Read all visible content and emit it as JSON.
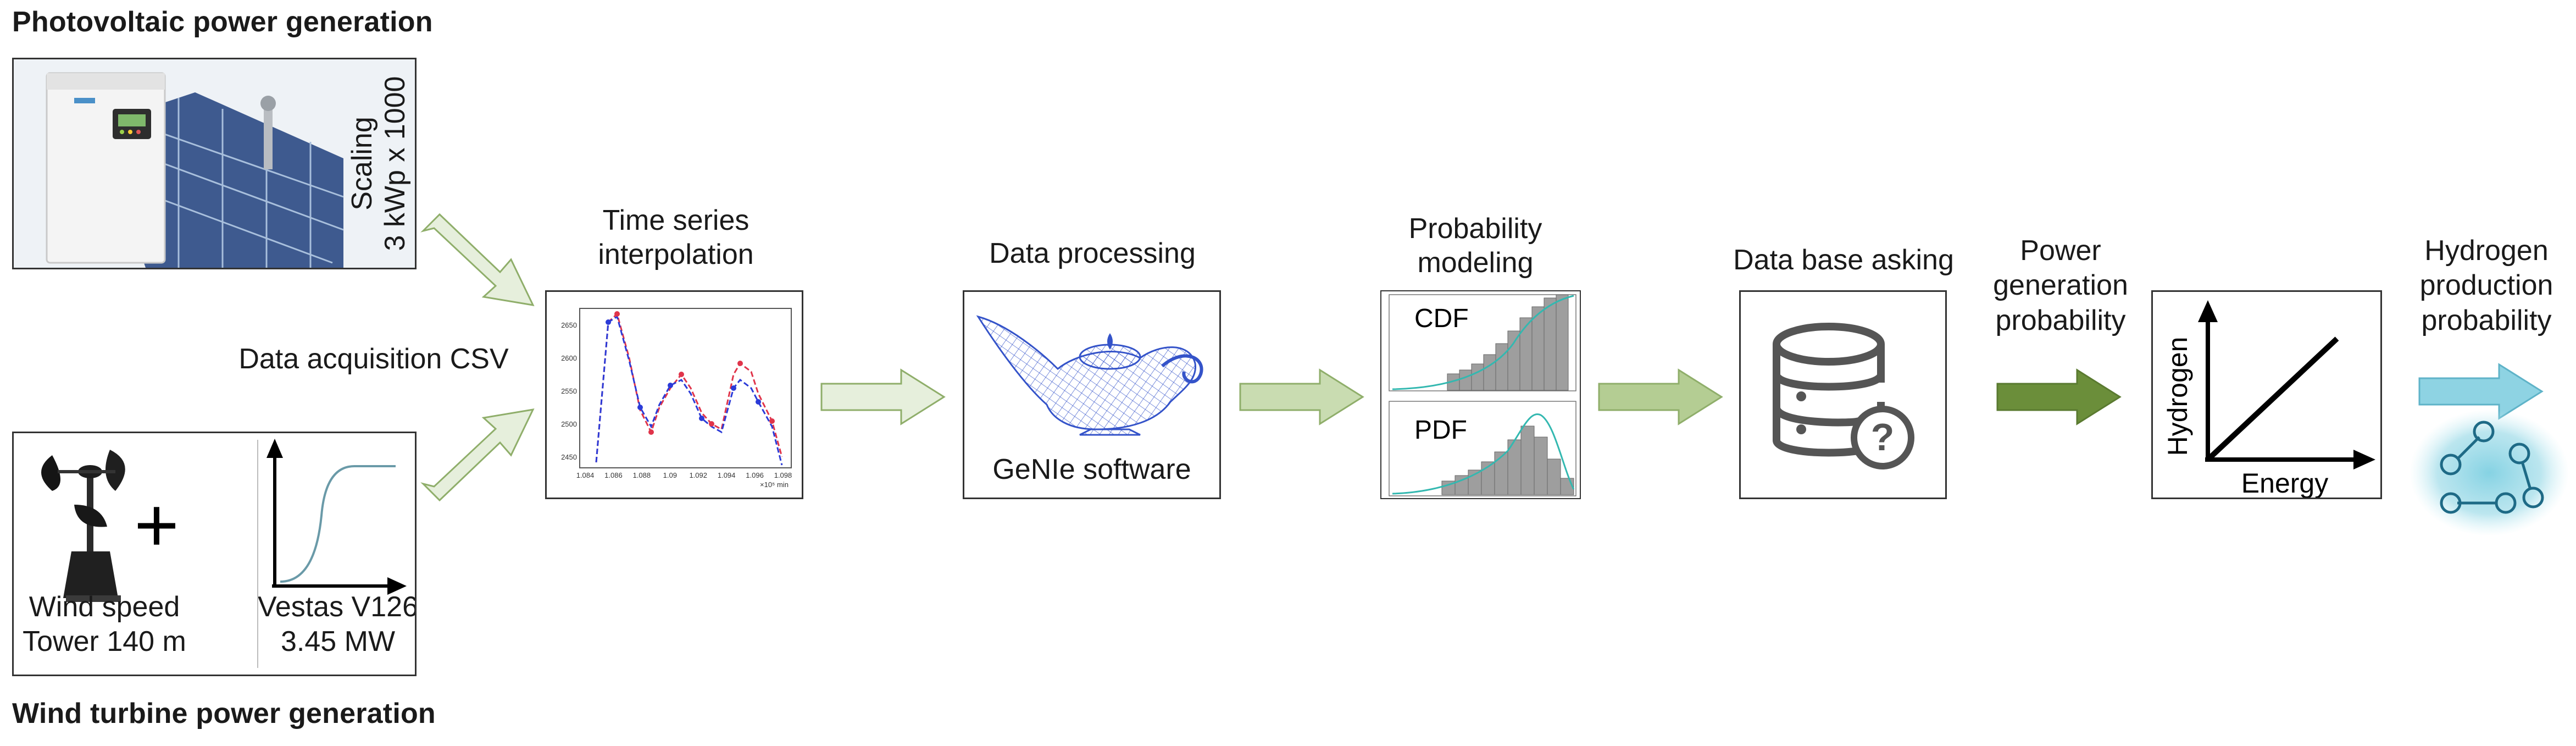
{
  "pv": {
    "heading": "Photovoltaic power generation",
    "scaling_line1": "Scaling",
    "scaling_line2": "3 kWp x 1000"
  },
  "wind": {
    "heading": "Wind turbine power generation",
    "speed_label_line1": "Wind speed",
    "speed_label_line2": "Tower 140 m",
    "turbine_label_line1": "Vestas V126",
    "turbine_label_line2": "3.45 MW",
    "plus": "+"
  },
  "acquisition": {
    "label": "Data acquisition CSV"
  },
  "interpolation": {
    "title_line1": "Time series",
    "title_line2": "interpolation",
    "y_ticks": [
      "2650",
      "2600",
      "2550",
      "2500",
      "2450"
    ],
    "x_ticks": [
      "1.084",
      "1.086",
      "1.088",
      "1.09",
      "1.092",
      "1.094",
      "1.096",
      "1.098"
    ],
    "x_unit": "×10⁵  min"
  },
  "processing": {
    "title": "Data processing",
    "software": "GeNIe software"
  },
  "probability": {
    "title_line1": "Probability",
    "title_line2": "modeling",
    "cdf": "CDF",
    "pdf": "PDF"
  },
  "database": {
    "title": "Data base asking",
    "help_glyph": "?"
  },
  "power_prob": {
    "line1": "Power",
    "line2": "generation",
    "line3": "probability"
  },
  "hydrogen_chart": {
    "y_label": "Hydrogen",
    "x_label": "Energy"
  },
  "hydrogen_prob": {
    "line1": "Hydrogen",
    "line2": "production",
    "line3": "probability"
  },
  "colors": {
    "arrow_light": "#e6efdc",
    "arrow_light_stroke": "#8fae6a",
    "arrow_medium": "#c9dcb1",
    "arrow_dark": "#6b8e3a",
    "arrow_blue": "#8ed3e3",
    "curve_blue": "#2b3bd8",
    "curve_red": "#e0344a",
    "fit_teal": "#33b8b0"
  }
}
